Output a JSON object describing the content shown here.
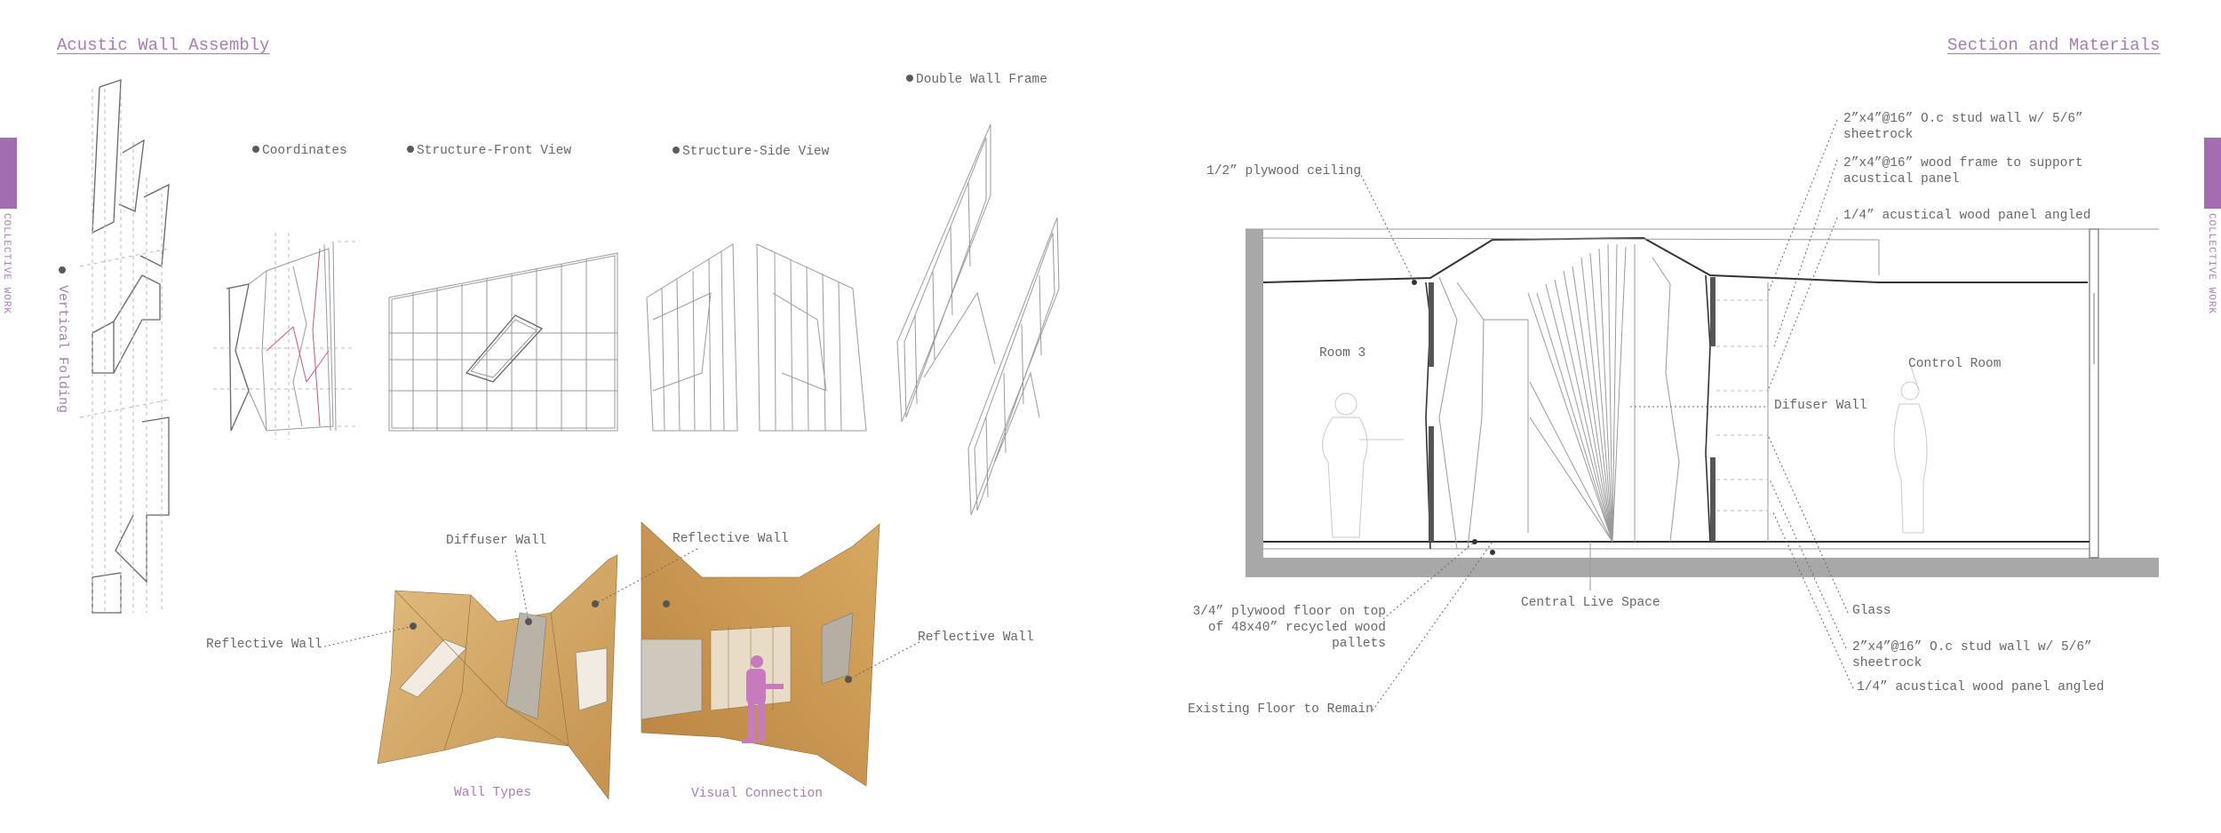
{
  "page": {
    "left_title": "Acustic Wall Assembly",
    "right_title": "Section and Materials",
    "side_tab_left": "COLLECTIVE WORK",
    "side_tab_right": "COLLECTIVE WORK",
    "vertical_label": "Vertical Folding"
  },
  "colors": {
    "accent_purple": "#a46db1",
    "wood": "#d4a866",
    "line_gray": "#9a9a9a"
  },
  "assembly": {
    "coordinates": "Coordinates",
    "front_view": "Structure-Front View",
    "side_view": "Structure-Side View",
    "double_frame": "Double Wall Frame",
    "diffuser_wall": "Diffuser Wall",
    "reflective_wall_left": "Reflective Wall",
    "reflective_wall_top": "Reflective Wall",
    "reflective_wall_right": "Reflective Wall",
    "wall_types": "Wall Types",
    "visual_connection": "Visual Connection"
  },
  "section": {
    "plywood_ceiling": "1/2” plywood ceiling",
    "stud_wall_top": "2”x4”@16” O.c stud wall w/ 5/6” sheetrock",
    "wood_frame": "2”x4”@16” wood frame to support acustical panel",
    "panel_top": "1/4” acustical wood panel angled",
    "room3": "Room 3",
    "control_room": "Control Room",
    "difuser_wall": "Difuser Wall",
    "glass": "Glass",
    "stud_wall_bottom": "2”x4”@16” O.c stud wall w/ 5/6” sheetrock",
    "panel_bottom": "1/4” acustical wood panel angled",
    "plywood_floor": "3/4” plywood floor on top of 48x40” recycled wood pallets",
    "central_live": "Central Live Space",
    "existing_floor": "Existing Floor to Remain"
  }
}
